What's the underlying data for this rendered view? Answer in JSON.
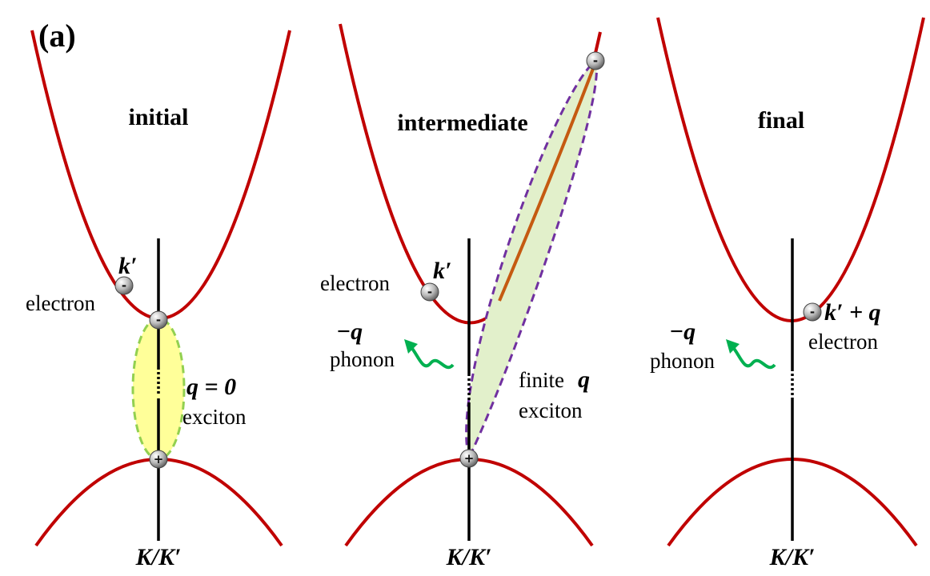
{
  "panel_label": "(a)",
  "panels": [
    {
      "title": "initial",
      "axis_label": "K/K′",
      "electron_label": "electron",
      "electron_momentum": "k′",
      "exciton_q": "q = 0",
      "exciton_label": "exciton"
    },
    {
      "title": "intermediate",
      "axis_label": "K/K′",
      "electron_label": "electron",
      "electron_momentum": "k′",
      "phonon_q": "−q",
      "phonon_label": "phonon",
      "exciton_q_prefix": "finite",
      "exciton_q": "q",
      "exciton_label": "exciton"
    },
    {
      "title": "final",
      "axis_label": "K/K′",
      "electron_momentum": "k′ + q",
      "electron_label": "electron",
      "phonon_q": "−q",
      "phonon_label": "phonon"
    }
  ],
  "particle_signs": {
    "electron": "-",
    "hole": "+"
  },
  "colors": {
    "band": "#c00000",
    "axis": "#000000",
    "exciton_q0_fill": "#ffff99",
    "exciton_q0_border": "#92d050",
    "exciton_finite_fill": "#e2f0cb",
    "exciton_finite_border": "#7030a0",
    "exciton_finite_line": "#c55a11",
    "phonon_arrow": "#00b050"
  }
}
